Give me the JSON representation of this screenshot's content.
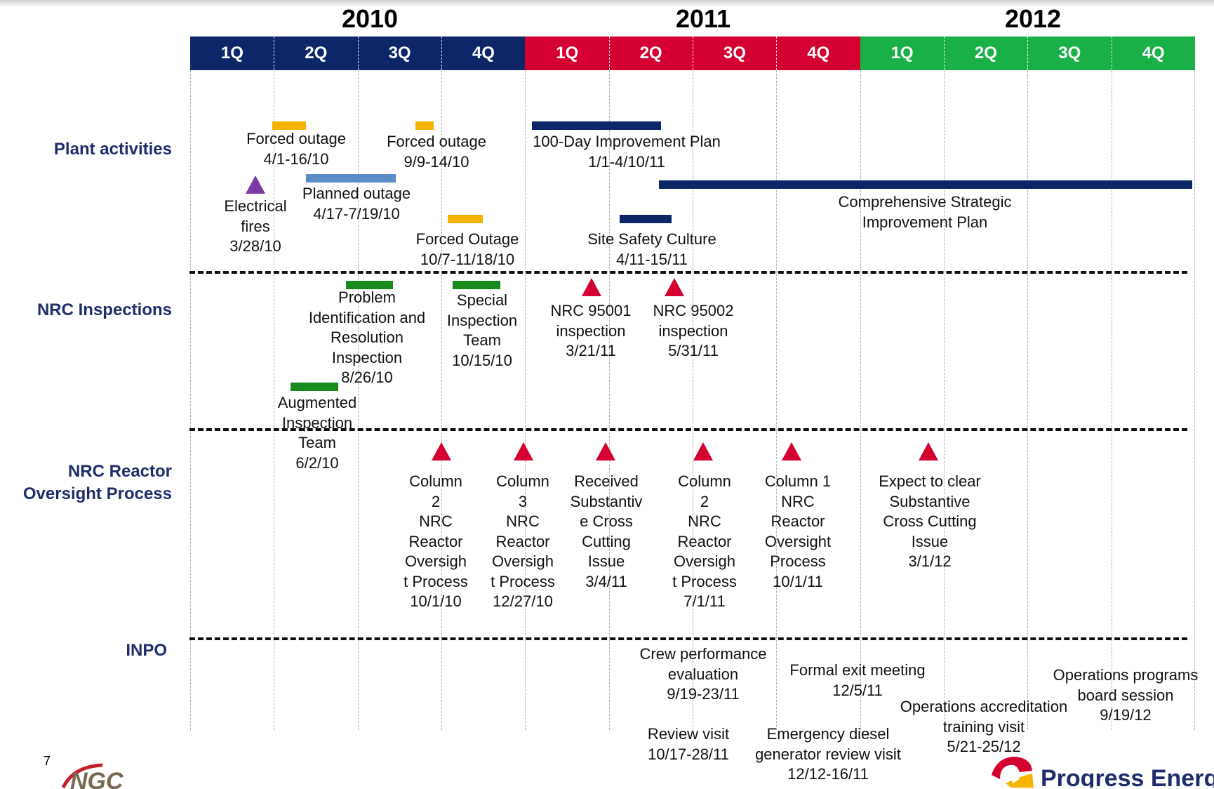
{
  "years": [
    "2010",
    "2011",
    "2012"
  ],
  "quarters": [
    "1Q",
    "2Q",
    "3Q",
    "4Q",
    "1Q",
    "2Q",
    "3Q",
    "4Q",
    "1Q",
    "2Q",
    "3Q",
    "4Q"
  ],
  "colors": {
    "year2010": "#0c2668",
    "year2011": "#d50032",
    "year2012": "#19b047",
    "forced_outage": "#f5b400",
    "planned_outage": "#5b8cc8",
    "improvement_plan": "#0c2668",
    "inspection": "#188a1e",
    "row_label": "#1f2d6b",
    "event_red": "#d50032",
    "event_purple": "#7b3aa3"
  },
  "rows": {
    "plant": "Plant activities",
    "nrc_insp": "NRC Inspections",
    "nrc_rop": "NRC Reactor\nOversight Process",
    "inpo": "INPO"
  },
  "plant_activities": {
    "forced_outage_1": "Forced outage\n4/1-16/10",
    "forced_outage_2": "Forced outage\n9/9-14/10",
    "plan_100_day": "100-Day Improvement Plan\n1/1-4/10/11",
    "electrical_fires": "Electrical\nfires\n3/28/10",
    "planned_outage": "Planned outage\n4/17-7/19/10",
    "forced_outage_3": "Forced Outage\n10/7-11/18/10",
    "site_safety": "Site Safety Culture\n4/11-15/11",
    "comprehensive_plan": "Comprehensive Strategic\nImprovement Plan"
  },
  "nrc_inspections": {
    "pir": "Problem\nIdentification and\nResolution\nInspection\n8/26/10",
    "special": "Special\nInspection\nTeam\n10/15/10",
    "nrc_95001": "NRC 95001\ninspection\n3/21/11",
    "nrc_95002": "NRC 95002\ninspection\n5/31/11",
    "augmented": "Augmented\nInspection\nTeam\n6/2/10"
  },
  "nrc_rop": {
    "col2_2010": "Column\n2\nNRC\nReactor\nOversigh\nt Process\n10/1/10",
    "col3_2010": "Column\n3\nNRC\nReactor\nOversigh\nt Process\n12/27/10",
    "received_scci": "Received\nSubstantiv\ne Cross\nCutting\nIssue\n3/4/11",
    "col2_2011": "Column\n2\nNRC\nReactor\nOversigh\nt Process\n7/1/11",
    "col1_2011": "Column 1\nNRC\nReactor\nOversight\nProcess\n10/1/11",
    "expect_clear": "Expect to clear\nSubstantive\nCross Cutting\nIssue\n3/1/12"
  },
  "inpo": {
    "crew_eval": "Crew performance\nevaluation\n9/19-23/11",
    "exit_meeting": "Formal exit meeting\n12/5/11",
    "ops_programs": "Operations programs\nboard session\n9/19/12",
    "ops_accreditation": "Operations accreditation\ntraining visit\n5/21-25/12",
    "review_visit": "Review visit\n10/17-28/11",
    "edg_review": "Emergency diesel\ngenerator review visit\n12/12-16/11"
  },
  "footer": {
    "page_number": "7",
    "logo_left": "NGC",
    "logo_right": "Progress Energy"
  }
}
